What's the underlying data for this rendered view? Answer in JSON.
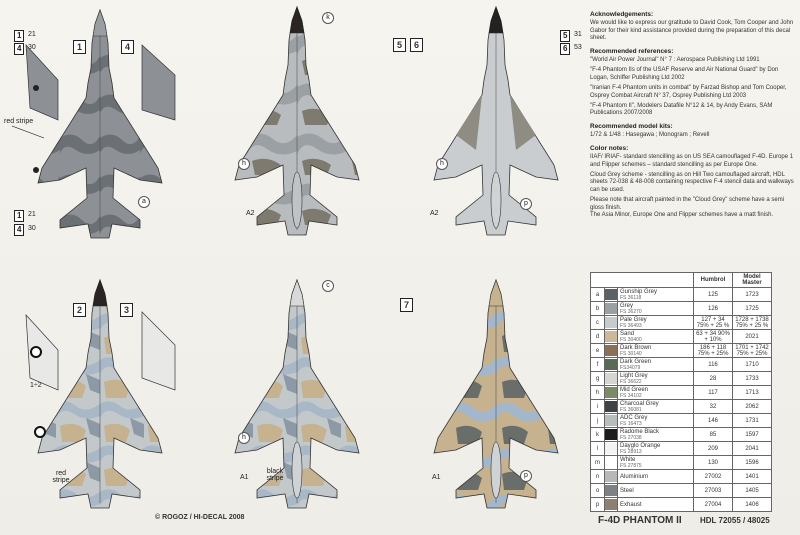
{
  "acknowledgements": {
    "heading": "Acknowledgements:",
    "text": "We would like to express our gratitude to David Cook, Tom Cooper and John Gabor for their kind assistance provided during the preparation of this decal sheet."
  },
  "references": {
    "heading": "Recommended references:",
    "items": [
      "\"World Air Power Journal\" N° 7 : Aerospace Publishing Ltd 1991",
      "\"F-4 Phantom IIs of the USAF Reserve and Air National Guard\" by Don Logan, Schiffer Publishing Ltd 2002",
      "\"Iranian F-4 Phantom units in combat\" by Farzad Bishop and Tom Cooper, Osprey Combat Aircraft N° 37, Osprey Publishing Ltd 2003",
      "\"F-4 Phantom II\", Modelers Datafile N°12 & 14, by Andy Evans, SAM Publications 2007/2008"
    ]
  },
  "kits": {
    "heading": "Recommended model kits:",
    "text": "1/72 & 1/48 : Hasegawa ; Monogram ; Revell"
  },
  "color_notes": {
    "heading": "Color notes:",
    "paragraphs": [
      "IIAF/ IRIAF- standard stencilling as on US SEA camouflaged F-4D. Europe 1 and Flipper schemes – standard stencilling as per Europe One.",
      "Cloud Grey scheme - stencilling as on Hill Two camouflaged aircraft, HDL sheets 72-038 & 48-008 containing respective F-4 stencil data and walkways can be used.",
      "Please note that aircraft painted in the \"Cloud Grey\" scheme have a semi gloss finish.",
      "The Asia Minor, Europe One and Flipper schemes have a matt finish."
    ]
  },
  "legend": {
    "headers": [
      "Humbrol",
      "Model Master"
    ],
    "rows": [
      {
        "code": "a",
        "name": "Gunship Grey",
        "fs": "FS 36118",
        "humbrol": "125",
        "mm": "1723",
        "color": "#5c6168"
      },
      {
        "code": "b",
        "name": "Grey",
        "fs": "FS 36270",
        "humbrol": "126",
        "mm": "1725",
        "color": "#9aa0a4"
      },
      {
        "code": "c",
        "name": "Pale Grey",
        "fs": "FS 36493",
        "humbrol": "127 + 34 75% + 25 %",
        "mm": "1728 + 1738 75% + 25 %",
        "color": "#c7cbcd"
      },
      {
        "code": "d",
        "name": "Sand",
        "fs": "FS 30400",
        "humbrol": "63 + 34 90% + 10%",
        "mm": "2021",
        "color": "#cdb99a"
      },
      {
        "code": "e",
        "name": "Dark Brown",
        "fs": "FS 30140",
        "humbrol": "186 + 118 75% + 25%",
        "mm": "1701 + 1742 75% + 25%",
        "color": "#8a7058"
      },
      {
        "code": "f",
        "name": "Dark Green",
        "fs": "FS34079",
        "humbrol": "116",
        "mm": "1710",
        "color": "#5b6a55"
      },
      {
        "code": "g",
        "name": "Light Grey",
        "fs": "FS 36622",
        "humbrol": "28",
        "mm": "1733",
        "color": "#d5d6d2"
      },
      {
        "code": "h",
        "name": "Mid Green",
        "fs": "FS 34102",
        "humbrol": "117",
        "mm": "1713",
        "color": "#7c8a68"
      },
      {
        "code": "i",
        "name": "Charcoal Grey",
        "fs": "FS 36081",
        "humbrol": "32",
        "mm": "2062",
        "color": "#3f4244"
      },
      {
        "code": "j",
        "name": "ADC Grey",
        "fs": "FS 16473",
        "humbrol": "146",
        "mm": "1731",
        "color": "#b9bdbe"
      },
      {
        "code": "k",
        "name": "Radome Black",
        "fs": "FS 27038",
        "humbrol": "85",
        "mm": "1597",
        "color": "#1d1d1d"
      },
      {
        "code": "l",
        "name": "Dayglo Orange",
        "fs": "FS 28913",
        "humbrol": "209",
        "mm": "2041",
        "color": "#f3f3f3"
      },
      {
        "code": "m",
        "name": "White",
        "fs": "FS 27875",
        "humbrol": "130",
        "mm": "1596",
        "color": "#ffffff"
      },
      {
        "code": "n",
        "name": "Aluminium",
        "fs": "",
        "humbrol": "27002",
        "mm": "1401",
        "color": "#b7b8b8"
      },
      {
        "code": "o",
        "name": "Steel",
        "fs": "",
        "humbrol": "27003",
        "mm": "1405",
        "color": "#7d8183"
      },
      {
        "code": "p",
        "name": "Exhaust",
        "fs": "",
        "humbrol": "27004",
        "mm": "1406",
        "color": "#8d7f72"
      }
    ]
  },
  "schemes": {
    "one": "1",
    "two": "2",
    "three": "3",
    "four": "4",
    "five": "5",
    "six": "6",
    "seven": "7"
  },
  "refs": {
    "r1_21": "21",
    "r4_30": "30",
    "r1_21b": "21",
    "r4_30b": "30",
    "r5_31": "31",
    "r6_53": "53",
    "one_two": "1÷2",
    "red_stripe": "red stripe",
    "red_stripe2": "red stripe",
    "black_stripe": "black stripe",
    "a1": "A1",
    "a2": "A2",
    "a2b": "A2",
    "a1b": "A1",
    "a1c": "A1"
  },
  "footer": {
    "copyright": "© ROGOZ / HI-DECAL 2008",
    "title": "F-4D PHANTOM II",
    "code": "HDL 72055 / 48025"
  }
}
